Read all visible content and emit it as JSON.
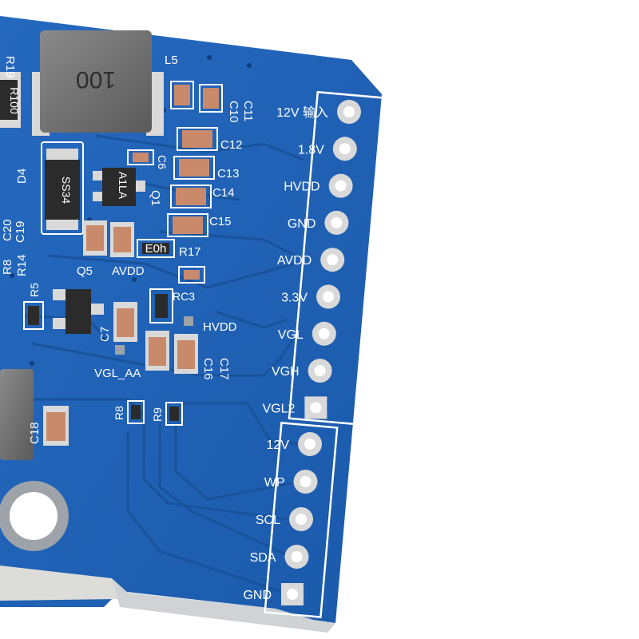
{
  "board": {
    "pcb_color": "#1f63b8",
    "silk_color": "#ffffff",
    "pad_color": "#d9d9d9",
    "capacitor_color": "#c98a6b"
  },
  "inductor_main": {
    "marking": "100",
    "designator": "L5"
  },
  "resistor_top_left": {
    "marking": "R100",
    "designator": "R19"
  },
  "diode": {
    "marking": "SS34",
    "designator": "D4"
  },
  "transistor_q1": {
    "marking": "A1LA",
    "designator": "Q1"
  },
  "designators": {
    "c10": "C10",
    "c11": "C11",
    "c6": "C6",
    "c12": "C12",
    "c13": "C13",
    "c14": "C14",
    "c15": "C15",
    "c20": "C20",
    "c19": "C19",
    "r8_left": "R8",
    "r14": "R14",
    "r17": "R17",
    "q5": "Q5",
    "r5": "R5",
    "c7": "C7",
    "rc3": "RC3",
    "c16": "C16",
    "c17": "C17",
    "r8": "R8",
    "r9": "R9",
    "c18": "C18"
  },
  "resistor_r17": {
    "marking": "E0h"
  },
  "net_labels": {
    "avdd": "AVDD",
    "hvdd": "HVDD",
    "vgl_aa": "VGL_AA"
  },
  "header_upper": {
    "pins": [
      "12V 输入",
      "1.8V",
      "HVDD",
      "GND",
      "AVDD",
      "3.3V",
      "VGL",
      "VGH",
      "VGL2"
    ]
  },
  "header_lower": {
    "pins": [
      "12V",
      "WP",
      "SCL",
      "SDA",
      "GND"
    ]
  }
}
